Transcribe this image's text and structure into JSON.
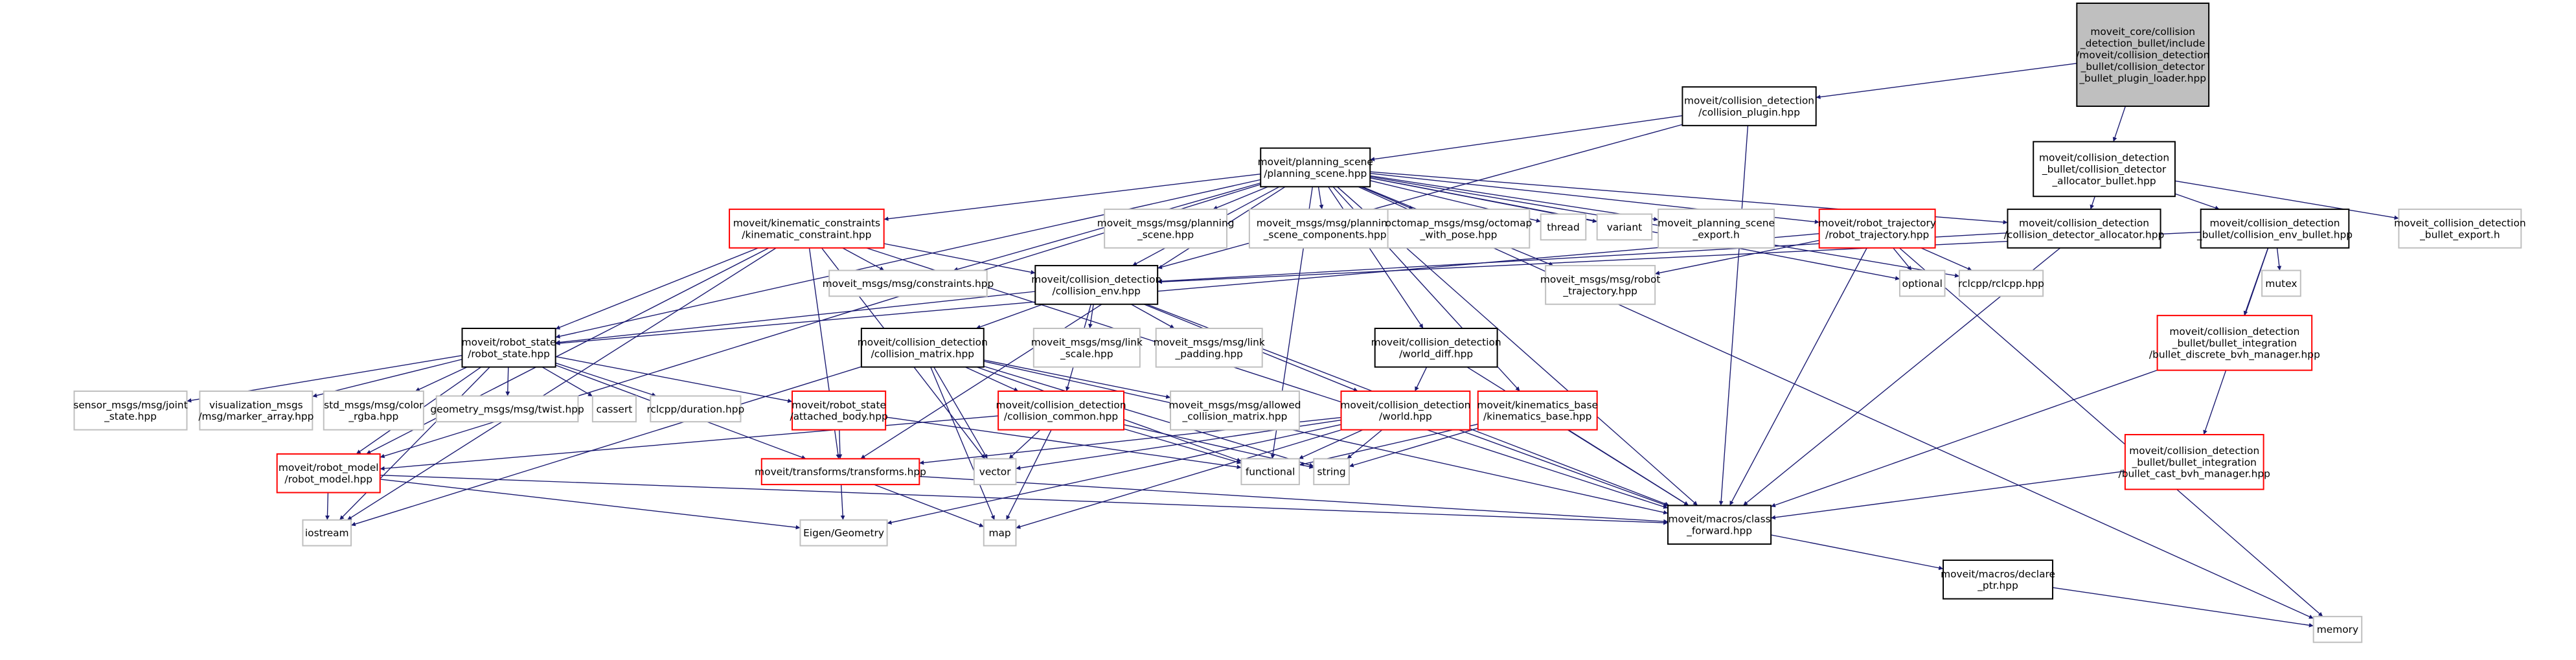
{
  "colors": {
    "edge": "#191970",
    "root_fill": "#bfbfbf",
    "documented_border": "#000000",
    "truncated_border": "#ff0000",
    "external_border": "#bfbfbf"
  },
  "nodes": {
    "root": {
      "lines": [
        "moveit_core/collision",
        "_detection_bullet/include",
        "/moveit/collision_detection",
        "_bullet/collision_detector",
        "_bullet_plugin_loader.hpp"
      ],
      "kind": "root"
    },
    "collision_plugin": {
      "lines": [
        "moveit/collision_detection",
        "/collision_plugin.hpp"
      ],
      "kind": "doc"
    },
    "planning_scene": {
      "lines": [
        "moveit/planning_scene",
        "/planning_scene.hpp"
      ],
      "kind": "doc"
    },
    "allocator_bullet": {
      "lines": [
        "moveit/collision_detection",
        "_bullet/collision_detector",
        "_allocator_bullet.hpp"
      ],
      "kind": "doc"
    },
    "kinematic_constraint": {
      "lines": [
        "moveit/kinematic_constraints",
        "/kinematic_constraint.hpp"
      ],
      "kind": "trunc"
    },
    "msg_planning_scene": {
      "lines": [
        "moveit_msgs/msg/planning",
        "_scene.hpp"
      ],
      "kind": "ext"
    },
    "msg_components": {
      "lines": [
        "moveit_msgs/msg/planning",
        "_scene_components.hpp"
      ],
      "kind": "ext"
    },
    "octomap": {
      "lines": [
        "octomap_msgs/msg/octomap",
        "_with_pose.hpp"
      ],
      "kind": "ext"
    },
    "thread": {
      "lines": [
        "thread"
      ],
      "kind": "ext"
    },
    "variant": {
      "lines": [
        "variant"
      ],
      "kind": "ext"
    },
    "ps_export": {
      "lines": [
        "moveit_planning_scene",
        "_export.h"
      ],
      "kind": "ext"
    },
    "robot_trajectory": {
      "lines": [
        "moveit/robot_trajectory",
        "/robot_trajectory.hpp"
      ],
      "kind": "trunc"
    },
    "detector_allocator": {
      "lines": [
        "moveit/collision_detection",
        "/collision_detector_allocator.hpp"
      ],
      "kind": "doc"
    },
    "env_bullet": {
      "lines": [
        "moveit/collision_detection",
        "_bullet/collision_env_bullet.hpp"
      ],
      "kind": "doc"
    },
    "bullet_export": {
      "lines": [
        "moveit_collision_detection",
        "_bullet_export.h"
      ],
      "kind": "ext"
    },
    "constraints": {
      "lines": [
        "moveit_msgs/msg/constraints.hpp"
      ],
      "kind": "ext"
    },
    "collision_env": {
      "lines": [
        "moveit/collision_detection",
        "/collision_env.hpp"
      ],
      "kind": "doc"
    },
    "msg_robot_traj": {
      "lines": [
        "moveit_msgs/msg/robot",
        "_trajectory.hpp"
      ],
      "kind": "ext"
    },
    "optional": {
      "lines": [
        "optional"
      ],
      "kind": "ext"
    },
    "rclcpp": {
      "lines": [
        "rclcpp/rclcpp.hpp"
      ],
      "kind": "ext"
    },
    "mutex": {
      "lines": [
        "mutex"
      ],
      "kind": "ext"
    },
    "robot_state": {
      "lines": [
        "moveit/robot_state",
        "/robot_state.hpp"
      ],
      "kind": "doc"
    },
    "collision_matrix": {
      "lines": [
        "moveit/collision_detection",
        "/collision_matrix.hpp"
      ],
      "kind": "doc"
    },
    "link_scale": {
      "lines": [
        "moveit_msgs/msg/link",
        "_scale.hpp"
      ],
      "kind": "ext"
    },
    "link_padding": {
      "lines": [
        "moveit_msgs/msg/link",
        "_padding.hpp"
      ],
      "kind": "ext"
    },
    "world_diff": {
      "lines": [
        "moveit/collision_detection",
        "/world_diff.hpp"
      ],
      "kind": "doc"
    },
    "discrete_bvh": {
      "lines": [
        "moveit/collision_detection",
        "_bullet/bullet_integration",
        "/bullet_discrete_bvh_manager.hpp"
      ],
      "kind": "trunc"
    },
    "joint_state": {
      "lines": [
        "sensor_msgs/msg/joint",
        "_state.hpp"
      ],
      "kind": "ext"
    },
    "marker_array": {
      "lines": [
        "visualization_msgs",
        "/msg/marker_array.hpp"
      ],
      "kind": "ext"
    },
    "color_rgba": {
      "lines": [
        "std_msgs/msg/color",
        "_rgba.hpp"
      ],
      "kind": "ext"
    },
    "twist": {
      "lines": [
        "geometry_msgs/msg/twist.hpp"
      ],
      "kind": "ext"
    },
    "cassert": {
      "lines": [
        "cassert"
      ],
      "kind": "ext"
    },
    "duration": {
      "lines": [
        "rclcpp/duration.hpp"
      ],
      "kind": "ext"
    },
    "attached_body": {
      "lines": [
        "moveit/robot_state",
        "/attached_body.hpp"
      ],
      "kind": "trunc"
    },
    "collision_common": {
      "lines": [
        "moveit/collision_detection",
        "/collision_common.hpp"
      ],
      "kind": "trunc"
    },
    "allowed_matrix": {
      "lines": [
        "moveit_msgs/msg/allowed",
        "_collision_matrix.hpp"
      ],
      "kind": "ext"
    },
    "world": {
      "lines": [
        "moveit/collision_detection",
        "/world.hpp"
      ],
      "kind": "trunc"
    },
    "kinematics_base": {
      "lines": [
        "moveit/kinematics_base",
        "/kinematics_base.hpp"
      ],
      "kind": "trunc"
    },
    "robot_model": {
      "lines": [
        "moveit/robot_model",
        "/robot_model.hpp"
      ],
      "kind": "trunc"
    },
    "transforms": {
      "lines": [
        "moveit/transforms/transforms.hpp"
      ],
      "kind": "trunc"
    },
    "vector": {
      "lines": [
        "vector"
      ],
      "kind": "ext"
    },
    "functional": {
      "lines": [
        "functional"
      ],
      "kind": "ext"
    },
    "string": {
      "lines": [
        "string"
      ],
      "kind": "ext"
    },
    "cast_bvh": {
      "lines": [
        "moveit/collision_detection",
        "_bullet/bullet_integration",
        "/bullet_cast_bvh_manager.hpp"
      ],
      "kind": "trunc"
    },
    "iostream": {
      "lines": [
        "iostream"
      ],
      "kind": "ext"
    },
    "eigen": {
      "lines": [
        "Eigen/Geometry"
      ],
      "kind": "ext"
    },
    "map": {
      "lines": [
        "map"
      ],
      "kind": "ext"
    },
    "class_forward": {
      "lines": [
        "moveit/macros/class",
        "_forward.hpp"
      ],
      "kind": "doc"
    },
    "declare_ptr": {
      "lines": [
        "moveit/macros/declare",
        "_ptr.hpp"
      ],
      "kind": "doc"
    },
    "memory": {
      "lines": [
        "memory"
      ],
      "kind": "ext"
    }
  },
  "edges": [
    [
      "root",
      "collision_plugin"
    ],
    [
      "root",
      "allocator_bullet"
    ],
    [
      "collision_plugin",
      "planning_scene"
    ],
    [
      "collision_plugin",
      "collision_env"
    ],
    [
      "collision_plugin",
      "class_forward"
    ],
    [
      "planning_scene",
      "kinematic_constraint"
    ],
    [
      "planning_scene",
      "msg_planning_scene"
    ],
    [
      "planning_scene",
      "msg_components"
    ],
    [
      "planning_scene",
      "octomap"
    ],
    [
      "planning_scene",
      "thread"
    ],
    [
      "planning_scene",
      "variant"
    ],
    [
      "planning_scene",
      "ps_export"
    ],
    [
      "planning_scene",
      "robot_trajectory"
    ],
    [
      "planning_scene",
      "detector_allocator"
    ],
    [
      "planning_scene",
      "constraints"
    ],
    [
      "planning_scene",
      "collision_env"
    ],
    [
      "planning_scene",
      "msg_robot_traj"
    ],
    [
      "planning_scene",
      "optional"
    ],
    [
      "planning_scene",
      "rclcpp"
    ],
    [
      "planning_scene",
      "memory"
    ],
    [
      "planning_scene",
      "robot_state"
    ],
    [
      "planning_scene",
      "world_diff"
    ],
    [
      "planning_scene",
      "robot_model"
    ],
    [
      "planning_scene",
      "transforms"
    ],
    [
      "planning_scene",
      "class_forward"
    ],
    [
      "planning_scene",
      "functional"
    ],
    [
      "planning_scene",
      "kinematics_base"
    ],
    [
      "allocator_bullet",
      "detector_allocator"
    ],
    [
      "allocator_bullet",
      "env_bullet"
    ],
    [
      "allocator_bullet",
      "bullet_export"
    ],
    [
      "kinematic_constraint",
      "constraints"
    ],
    [
      "kinematic_constraint",
      "collision_env"
    ],
    [
      "kinematic_constraint",
      "robot_state"
    ],
    [
      "kinematic_constraint",
      "robot_model"
    ],
    [
      "kinematic_constraint",
      "transforms"
    ],
    [
      "kinematic_constraint",
      "iostream"
    ],
    [
      "kinematic_constraint",
      "vector"
    ],
    [
      "kinematic_constraint",
      "class_forward"
    ],
    [
      "robot_trajectory",
      "robot_state"
    ],
    [
      "robot_trajectory",
      "msg_robot_traj"
    ],
    [
      "robot_trajectory",
      "optional"
    ],
    [
      "robot_trajectory",
      "rclcpp"
    ],
    [
      "robot_trajectory",
      "memory"
    ],
    [
      "robot_trajectory",
      "class_forward"
    ],
    [
      "detector_allocator",
      "collision_env"
    ],
    [
      "detector_allocator",
      "class_forward"
    ],
    [
      "env_bullet",
      "collision_env"
    ],
    [
      "env_bullet",
      "mutex"
    ],
    [
      "env_bullet",
      "discrete_bvh"
    ],
    [
      "env_bullet",
      "cast_bvh"
    ],
    [
      "collision_env",
      "robot_state"
    ],
    [
      "collision_env",
      "collision_matrix"
    ],
    [
      "collision_env",
      "link_scale"
    ],
    [
      "collision_env",
      "link_padding"
    ],
    [
      "collision_env",
      "world"
    ],
    [
      "collision_env",
      "collision_common"
    ],
    [
      "collision_env",
      "class_forward"
    ],
    [
      "robot_state",
      "joint_state"
    ],
    [
      "robot_state",
      "marker_array"
    ],
    [
      "robot_state",
      "color_rgba"
    ],
    [
      "robot_state",
      "twist"
    ],
    [
      "robot_state",
      "cassert"
    ],
    [
      "robot_state",
      "duration"
    ],
    [
      "robot_state",
      "attached_body"
    ],
    [
      "robot_state",
      "robot_model"
    ],
    [
      "robot_state",
      "transforms"
    ],
    [
      "robot_state",
      "iostream"
    ],
    [
      "collision_matrix",
      "collision_common"
    ],
    [
      "collision_matrix",
      "allowed_matrix"
    ],
    [
      "collision_matrix",
      "vector"
    ],
    [
      "collision_matrix",
      "map"
    ],
    [
      "collision_matrix",
      "functional"
    ],
    [
      "collision_matrix",
      "string"
    ],
    [
      "collision_matrix",
      "iostream"
    ],
    [
      "collision_matrix",
      "class_forward"
    ],
    [
      "world_diff",
      "world"
    ],
    [
      "world_diff",
      "class_forward"
    ],
    [
      "discrete_bvh",
      "class_forward"
    ],
    [
      "attached_body",
      "transforms"
    ],
    [
      "attached_body",
      "functional"
    ],
    [
      "collision_common",
      "robot_model"
    ],
    [
      "collision_common",
      "vector"
    ],
    [
      "collision_common",
      "map"
    ],
    [
      "collision_common",
      "functional"
    ],
    [
      "collision_common",
      "string"
    ],
    [
      "world",
      "transforms"
    ],
    [
      "world",
      "vector"
    ],
    [
      "world",
      "functional"
    ],
    [
      "world",
      "string"
    ],
    [
      "world",
      "map"
    ],
    [
      "world",
      "eigen"
    ],
    [
      "world",
      "class_forward"
    ],
    [
      "kinematics_base",
      "functional"
    ],
    [
      "kinematics_base",
      "string"
    ],
    [
      "kinematics_base",
      "class_forward"
    ],
    [
      "robot_model",
      "iostream"
    ],
    [
      "robot_model",
      "eigen"
    ],
    [
      "robot_model",
      "class_forward"
    ],
    [
      "transforms",
      "eigen"
    ],
    [
      "transforms",
      "map"
    ],
    [
      "transforms",
      "class_forward"
    ],
    [
      "cast_bvh",
      "class_forward"
    ],
    [
      "class_forward",
      "declare_ptr"
    ],
    [
      "declare_ptr",
      "memory"
    ]
  ]
}
